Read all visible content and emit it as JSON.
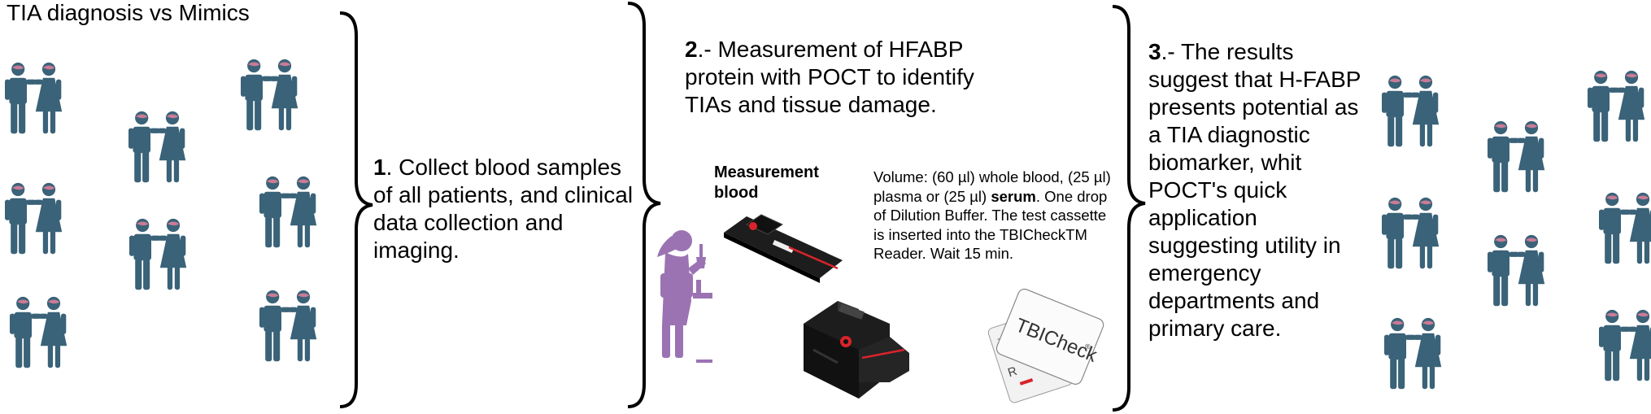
{
  "title": "TIA diagnosis vs Mimics",
  "step1": {
    "number": "1",
    "text": ". Collect blood samples of all patients, and clinical data collection and imaging."
  },
  "step2": {
    "number": "2",
    "text": ".- Measurement of HFABP protein with POCT to identify TIAs and tissue damage."
  },
  "step3": {
    "number": "3",
    "text": ".- The results suggest that H-FABP presents potential as a TIA diagnostic biomarker, whit POCT's quick application suggesting utility in emergency departments and primary care."
  },
  "measurement": {
    "label_line1": "Measurement",
    "label_line2": "blood"
  },
  "volume": {
    "before_bold": "Volume: (60 µl) whole blood, (25 µl) plasma or (25 µl) ",
    "bold": "serum",
    "after_bold": ". One drop of Dilution Buffer. The test cassette is inserted into the TBICheckTM Reader. Wait 15 min."
  },
  "card": {
    "brand": "TBICheck",
    "tm": "®",
    "back_letter": "R"
  },
  "colors": {
    "figure": "#3a6278",
    "head_accent": "#c97b96",
    "scientist": "#9b73b3",
    "bracket": "#000000",
    "device": "#1d1d1d",
    "device_accent": "#d9232b"
  },
  "icons": {
    "couple": "couple-icon",
    "scientist": "scientist-icon",
    "cassette": "test-cassette-icon",
    "reader": "reader-device-icon",
    "card": "tbicheck-card-icon"
  }
}
